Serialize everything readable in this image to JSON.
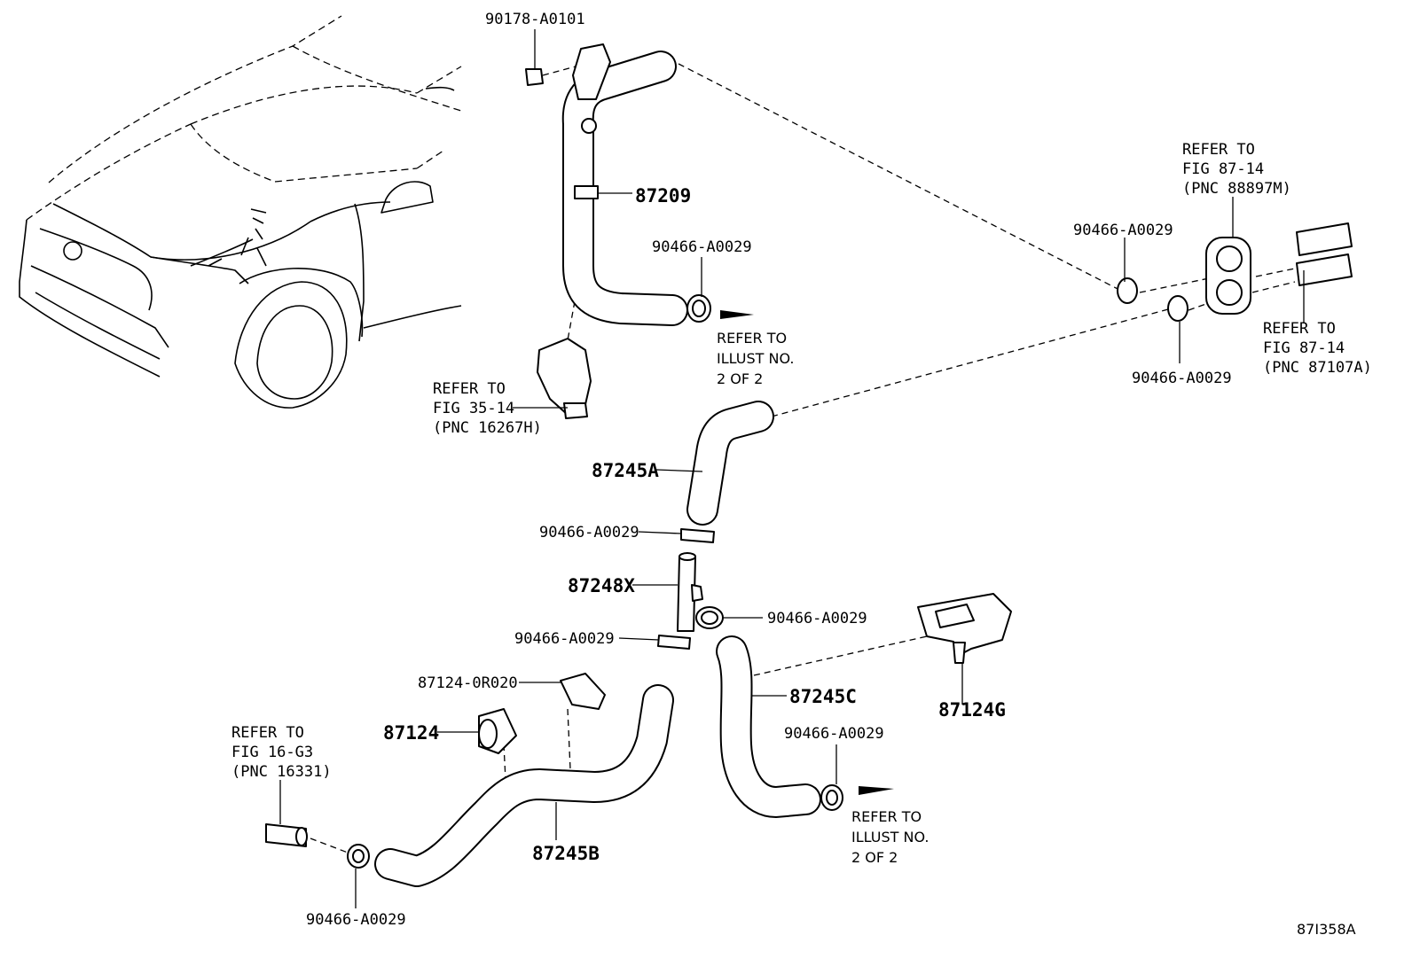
{
  "labels": {
    "clip_nut_top": "90178-A0101",
    "hose_87209": "87209",
    "clamp_upper_mid": "90466-A0029",
    "refer_illust_upper_1": "REFER TO",
    "refer_illust_upper_2": "ILLUST NO.",
    "refer_illust_upper_3": "2 OF 2",
    "refer_fig35_1": "REFER TO",
    "refer_fig35_2": "FIG 35-14",
    "refer_fig35_3": "(PNC 16267H)",
    "refer_fig87_top_1": "REFER TO",
    "refer_fig87_top_2": "FIG 87-14",
    "refer_fig87_top_3": "(PNC 88897M)",
    "clamp_right_upper": "90466-A0029",
    "clamp_right_lower": "90466-A0029",
    "refer_fig87_right_1": "REFER TO",
    "refer_fig87_right_2": "FIG 87-14",
    "refer_fig87_right_3": "(PNC 87107A)",
    "hose_87245A": "87245A",
    "clamp_a_lower": "90466-A0029",
    "joint_87248X": "87248X",
    "clamp_joint_right": "90466-A0029",
    "clamp_joint_lower": "90466-A0029",
    "clamp_87124_0R020": "87124-0R020",
    "hose_87245C": "87245C",
    "valve_87124G": "87124G",
    "part_87124": "87124",
    "refer_fig16_1": "REFER TO",
    "refer_fig16_2": "FIG 16-G3",
    "refer_fig16_3": "(PNC 16331)",
    "clamp_c_lower": "90466-A0029",
    "refer_illust_lower_1": "REFER TO",
    "refer_illust_lower_2": "ILLUST NO.",
    "refer_illust_lower_3": "2 OF 2",
    "hose_87245B": "87245B",
    "clamp_bottom_left": "90466-A0029",
    "figure_code": "87I358A"
  }
}
